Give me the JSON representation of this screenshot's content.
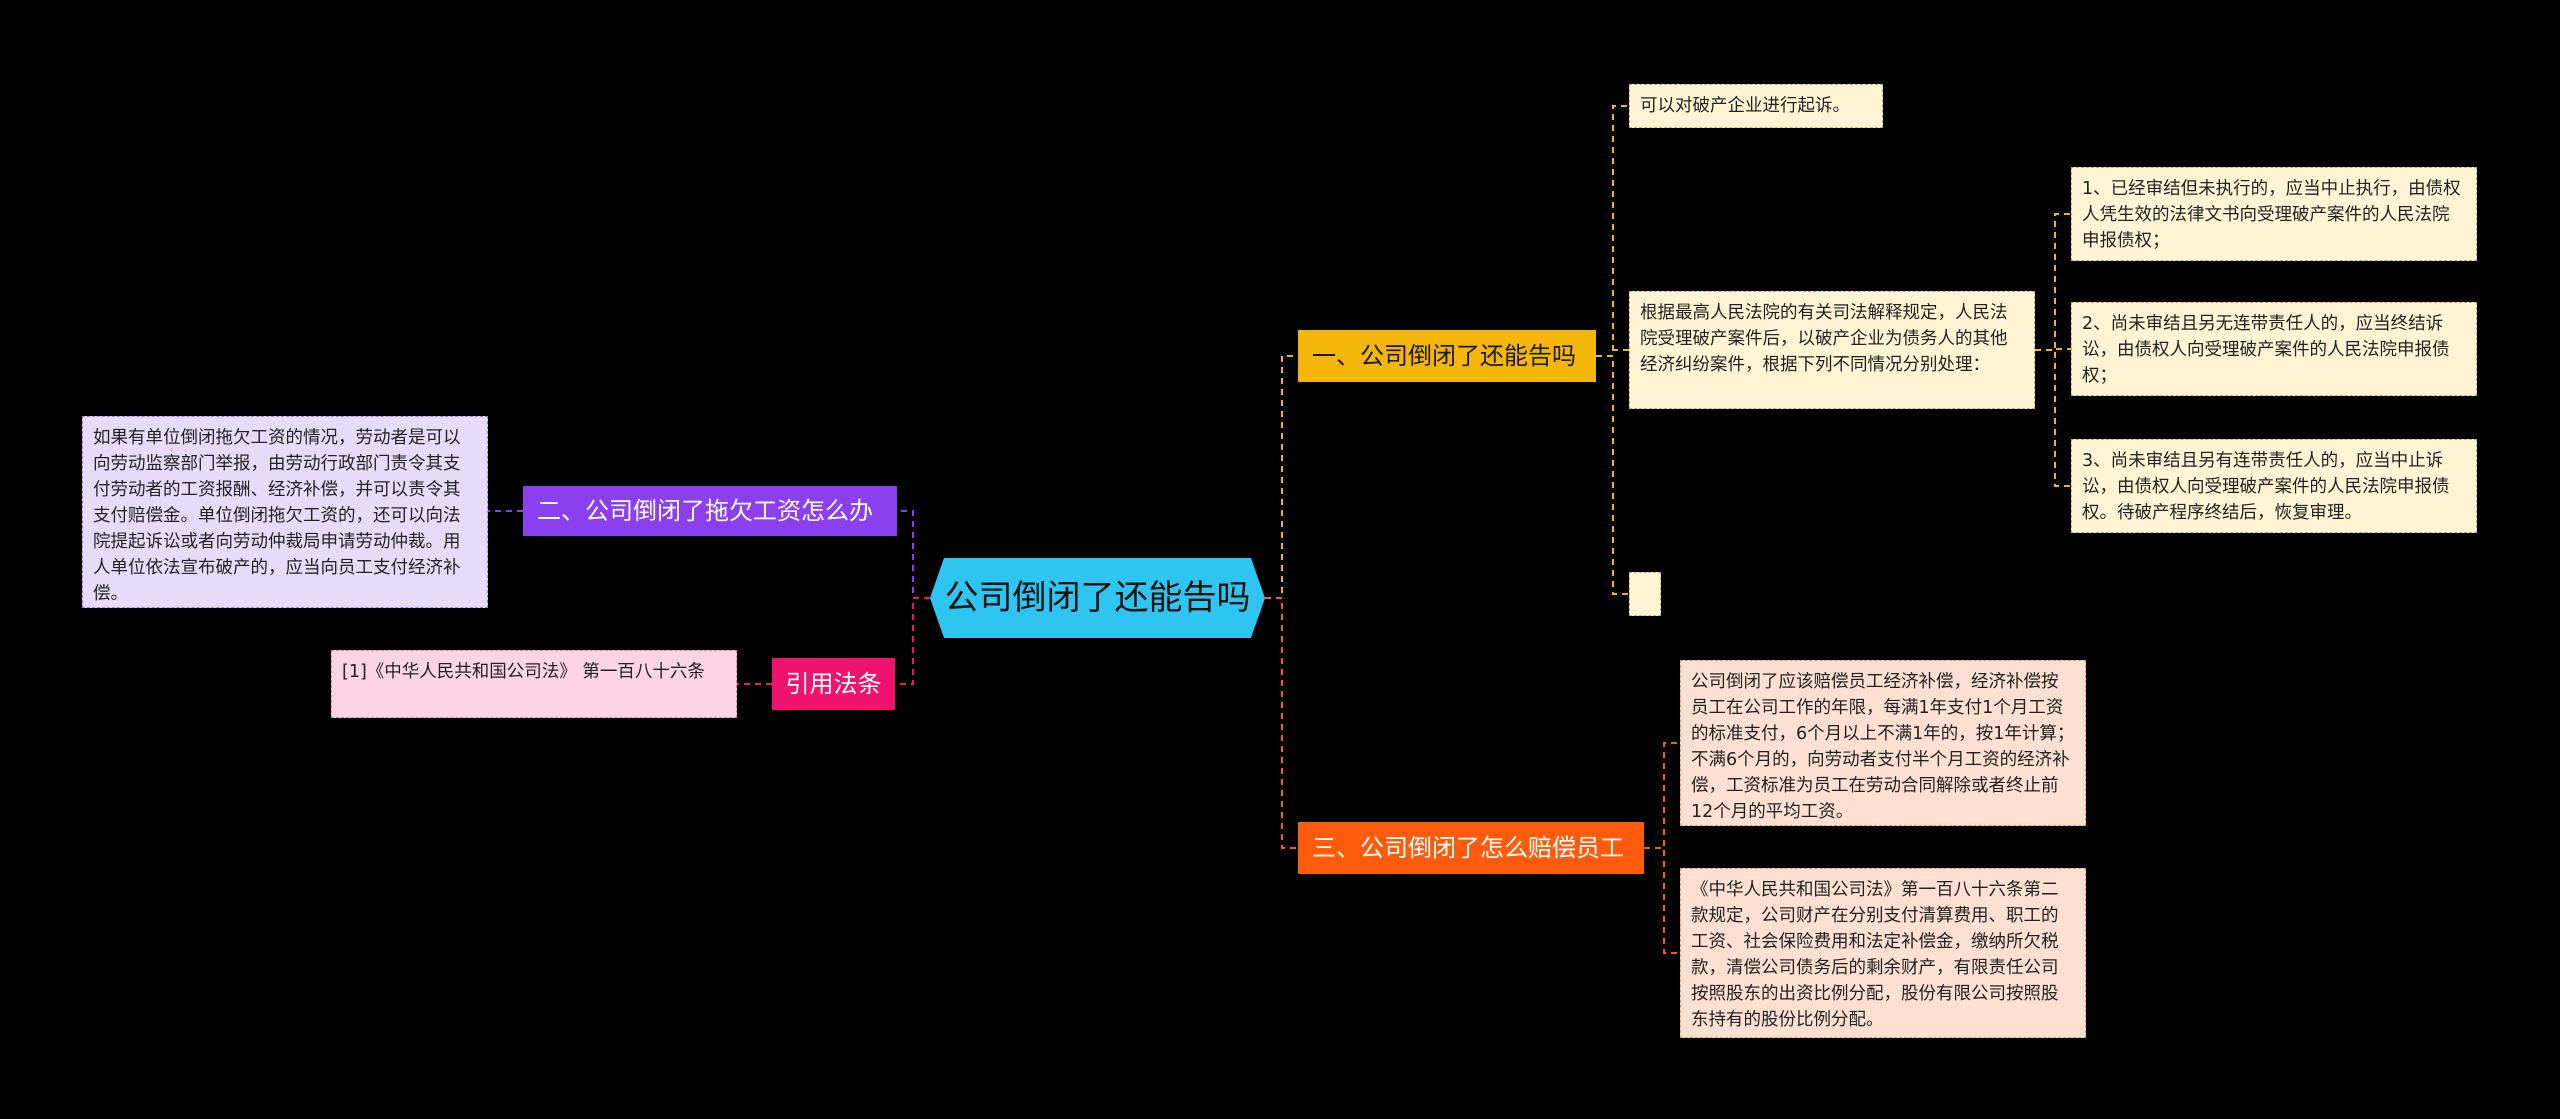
{
  "center": "公司倒闭了还能告吗",
  "branches": {
    "b1": {
      "label": "一、公司倒闭了还能告吗",
      "leaf1": "可以对破产企业进行起诉。",
      "leaf2": "根据最高人民法院的有关司法解释规定，人民法院受理破产案件后，以破产企业为债务人的其他经济纠纷案件，根据下列不同情况分别处理：",
      "leaf3": "",
      "sub": [
        "1、已经审结但未执行的，应当中止执行，由债权人凭生效的法律文书向受理破产案件的人民法院申报债权；",
        "2、尚未审结且另无连带责任人的，应当终结诉讼，由债权人向受理破产案件的人民法院申报债权；",
        "3、尚未审结且另有连带责任人的，应当中止诉讼，由债权人向受理破产案件的人民法院申报债权。待破产程序终结后，恢复审理。"
      ]
    },
    "b3": {
      "label": "三、公司倒闭了怎么赔偿员工",
      "leaf1": "公司倒闭了应该赔偿员工经济补偿，经济补偿按员工在公司工作的年限，每满1年支付1个月工资的标准支付，6个月以上不满1年的，按1年计算；不满6个月的，向劳动者支付半个月工资的经济补偿，工资标准为员工在劳动合同解除或者终止前12个月的平均工资。",
      "leaf2": "《中华人民共和国公司法》第一百八十六条第二款规定，公司财产在分别支付清算费用、职工的工资、社会保险费用和法定补偿金，缴纳所欠税款，清偿公司债务后的剩余财产，有限责任公司按照股东的出资比例分配，股份有限公司按照股东持有的股份比例分配。"
    },
    "b2": {
      "label": "二、公司倒闭了拖欠工资怎么办",
      "leaf": "如果有单位倒闭拖欠工资的情况，劳动者是可以向劳动监察部门举报，由劳动行政部门责令其支付劳动者的工资报酬、经济补偿，并可以责令其支付赔偿金。单位倒闭拖欠工资的，还可以向法院提起诉讼或者向劳动仲裁局申请劳动仲裁。用人单位依法宣布破产的，应当向员工支付经济补偿。"
    },
    "ref": {
      "label": "引用法条",
      "leaf": "[1]《中华人民共和国公司法》 第一百八十六条"
    }
  },
  "colors": {
    "center": "#2ec6f1",
    "b1": "#f5b60c",
    "b3": "#ff5b0d",
    "b2": "#8a40ee",
    "ref": "#f0136e"
  }
}
